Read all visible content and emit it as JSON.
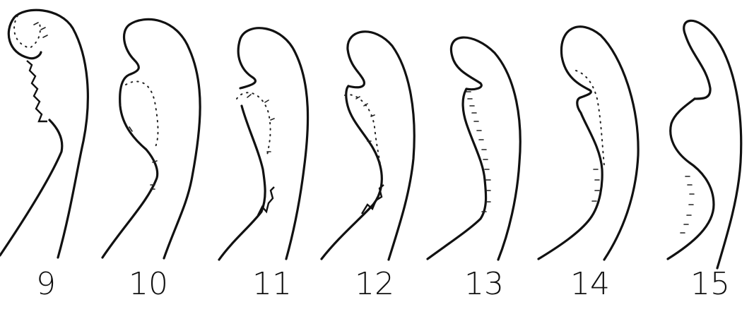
{
  "figure": {
    "stages": [
      {
        "label": "9"
      },
      {
        "label": "10"
      },
      {
        "label": "11"
      },
      {
        "label": "12"
      },
      {
        "label": "13"
      },
      {
        "label": "14"
      },
      {
        "label": "15"
      }
    ]
  }
}
